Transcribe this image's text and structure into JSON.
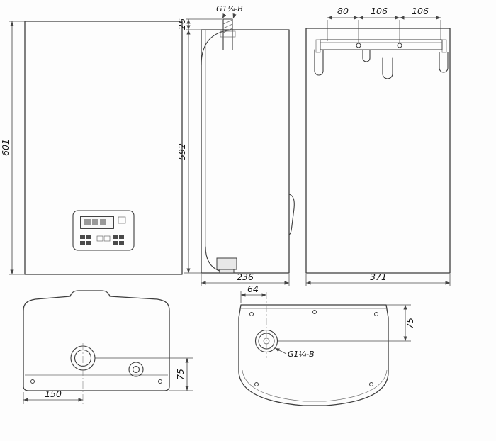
{
  "title": "wall-boiler-dimension-drawing",
  "views": {
    "front": {
      "height": "601"
    },
    "side": {
      "top_offset": "26",
      "connection": "G1¼-B",
      "height": "592",
      "depth": "236"
    },
    "rear": {
      "spacing_a": "80",
      "spacing_b": "106",
      "spacing_c": "106",
      "width": "371"
    },
    "bottom": {
      "pipe_offset_x": "150",
      "pipe_offset_y": "75"
    },
    "top": {
      "pipe_offset_x": "64",
      "pipe_offset_y": "75",
      "connection": "G1¼-B"
    }
  }
}
